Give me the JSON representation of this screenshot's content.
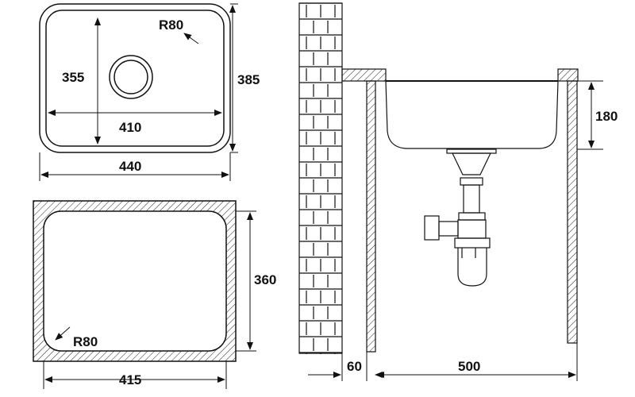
{
  "top_view": {
    "radius_label": "R80",
    "inner_depth": "355",
    "outer_depth": "385",
    "inner_width": "410",
    "outer_width": "440"
  },
  "cutout_view": {
    "radius_label": "R80",
    "height": "360",
    "width": "415"
  },
  "side_view": {
    "bowl_depth": "180",
    "wall_gap": "60",
    "cabinet_width": "500"
  },
  "colors": {
    "line": "#111111",
    "background": "#ffffff"
  }
}
